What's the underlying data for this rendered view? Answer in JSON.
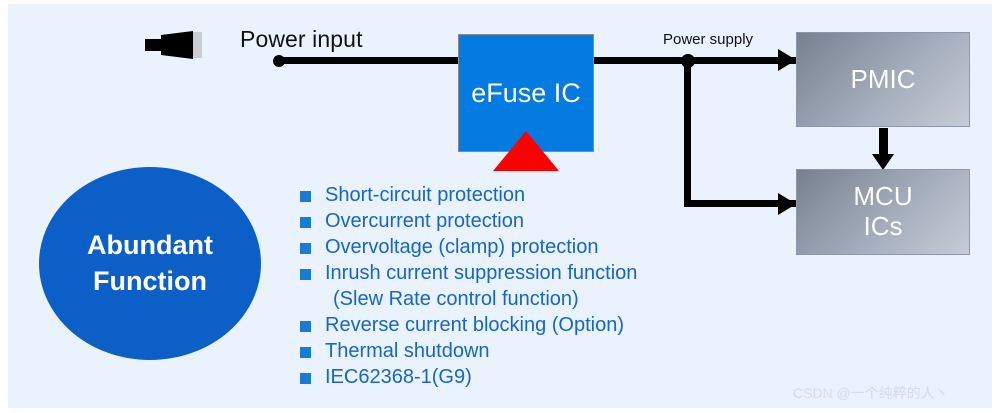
{
  "diagram": {
    "background_color": "#eaf2fd",
    "labels": {
      "power_input": "Power input",
      "power_supply": "Power supply"
    },
    "blocks": {
      "efuse": {
        "label": "eFuse IC",
        "color": "#037be0",
        "text_color": "#ffffff"
      },
      "pmic": {
        "label": "PMIC",
        "color": "#8e97a5",
        "text_color": "#ffffff"
      },
      "mcu": {
        "line1": "MCU",
        "line2": "ICs",
        "color": "#8e97a5",
        "text_color": "#ffffff"
      }
    },
    "callout": {
      "line1": "Abundant",
      "line2": "Function",
      "color": "#0b5fc6",
      "text_color": "#ffffff"
    },
    "features": [
      {
        "text": "Short-circuit protection",
        "bulleted": true
      },
      {
        "text": "Overcurrent protection",
        "bulleted": true
      },
      {
        "text": "Overvoltage (clamp) protection",
        "bulleted": true
      },
      {
        "text": "Inrush current suppression function",
        "bulleted": true
      },
      {
        "text": "(Slew Rate control function)",
        "bulleted": false
      },
      {
        "text": "Reverse current blocking (Option)",
        "bulleted": true
      },
      {
        "text": "Thermal shutdown",
        "bulleted": true
      },
      {
        "text": "IEC62368-1(G9)",
        "bulleted": true
      }
    ],
    "feature_color": "#1467c8",
    "bullet_color": "#1a7bd4",
    "accent_triangle_color": "#fe0000",
    "icons": {
      "power_connector": "dc-power-plug-icon"
    }
  },
  "watermark": {
    "text": "CSDN @一个纯粹的人丶"
  }
}
